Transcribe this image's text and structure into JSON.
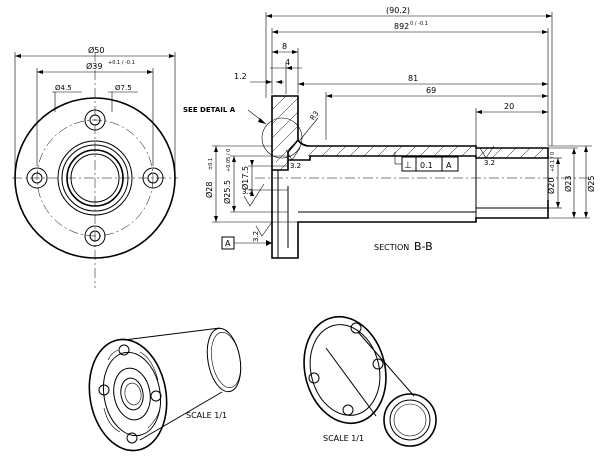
{
  "dimensions": {
    "front_outer_dia": "Ø50",
    "front_pcd": "Ø39",
    "front_pcd_tol": "+0.1 / -0.1",
    "front_hole_dia": "Ø4.5",
    "front_bore_dia": "Ø7.5",
    "overall_length": "(90.2)",
    "length_892": "892",
    "length_892_tol": "0 / -0.1",
    "flange_width": "8",
    "step_4": "4",
    "length_81": "81",
    "length_69": "69",
    "length_20": "20",
    "chamfer": "1.2",
    "fillet": "R3",
    "dia_28": "Ø28",
    "dia_28_tol": "±0.1",
    "dia_25_5": "Ø25.5",
    "dia_25_5_tol": "+0.05 / 0",
    "dia_17_5": "Ø17.5",
    "dia_20": "Ø20",
    "dia_20_tol": "+0.1 / 0",
    "dia_23": "Ø23",
    "dia_25": "Ø25",
    "roughness_1": "3.2",
    "roughness_2": "3.2",
    "roughness_3": "3.2",
    "roughness_4": "3.2"
  },
  "labels": {
    "see_detail": "SEE DETAIL A",
    "section": "SECTION",
    "section_id": "B-B",
    "datum": "A",
    "scale_left": "SCALE  1/1",
    "scale_right": "SCALE  1/1"
  },
  "tolerance_frame": {
    "symbol": "⊥",
    "value": "0.1",
    "datum": "A"
  }
}
